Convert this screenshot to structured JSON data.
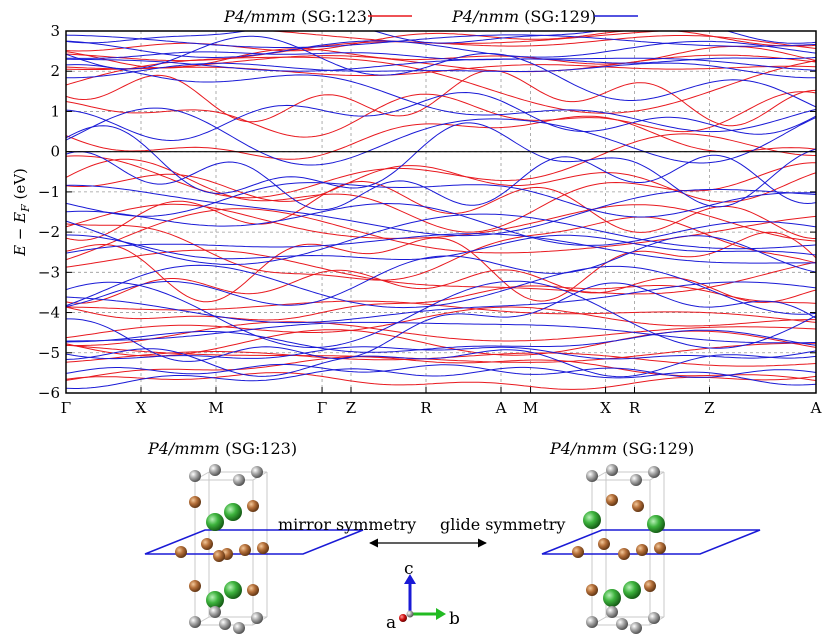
{
  "chart_data": {
    "type": "line",
    "title": "",
    "ylabel": "E − E_F (eV)",
    "ylabel_parts": {
      "main": "E − E",
      "sub": "F",
      "unit": "(eV)"
    },
    "ylim": [
      -6,
      3
    ],
    "yticks": [
      3,
      2,
      1,
      0,
      -1,
      -2,
      -3,
      -4,
      -5,
      -6
    ],
    "ytick_labels": [
      "3",
      "2",
      "1",
      "0",
      "−1",
      "−2",
      "−3",
      "−4",
      "−5",
      "−6"
    ],
    "kpath": {
      "labels": [
        "Γ",
        "X",
        "M",
        "Γ",
        "Z",
        "R",
        "A",
        "M",
        "X",
        "R",
        "Z",
        "A"
      ],
      "positions": [
        0,
        0.5,
        1.0,
        1.707,
        1.9,
        2.4,
        2.9,
        3.097,
        3.597,
        3.79,
        4.29,
        5.0
      ]
    },
    "grid": "dashed",
    "fermi_level": 0,
    "legend_placement": "top",
    "series": [
      {
        "name": "P4/mmm (SG:123)",
        "name_italic": "P4/mmm",
        "name_rest": "(SG:123)",
        "color": "#e8191f"
      },
      {
        "name": "P4/nmm (SG:129)",
        "name_italic": "P4/nmm",
        "name_rest": "(SG:129)",
        "color": "#1a1ad6"
      }
    ]
  },
  "structures": {
    "left": {
      "title_italic": "P4/mmm",
      "title_rest": "(SG:123)",
      "symmetry": "mirror symmetry"
    },
    "right": {
      "title_italic": "P4/nmm",
      "title_rest": "(SG:129)",
      "symmetry": "glide symmetry"
    }
  },
  "axes_triad": {
    "c": "c",
    "b": "b",
    "a": "a"
  },
  "colors": {
    "band_red": "#e8191f",
    "band_blue": "#1a1ad6",
    "plane": "#1a1ad6",
    "atom_green": "#3db33d",
    "atom_brown": "#b5703a",
    "atom_gray": "#a8a8a8",
    "axis_c": "#1a1ad6",
    "axis_b": "#22bb22",
    "axis_a": "#d01010"
  }
}
